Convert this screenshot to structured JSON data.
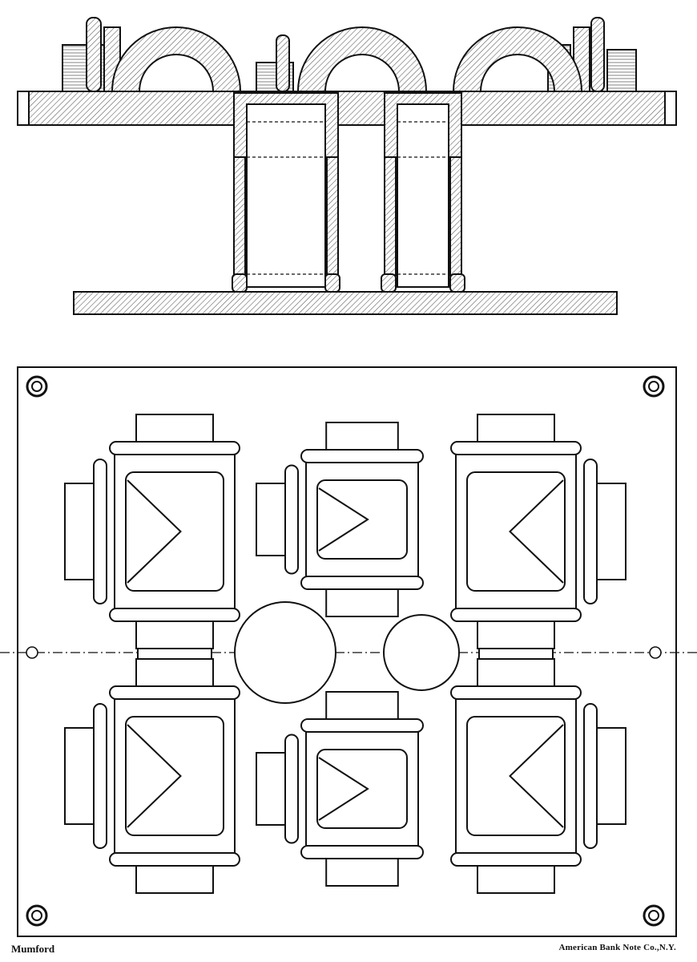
{
  "colors": {
    "ink": "#111111",
    "paper": "#ffffff",
    "hatch": "#555555"
  },
  "captions": {
    "left": "Mumford",
    "right": "American Bank Note Co.,N.Y."
  },
  "views": {
    "upper": "sectional elevation",
    "lower": "plan"
  }
}
